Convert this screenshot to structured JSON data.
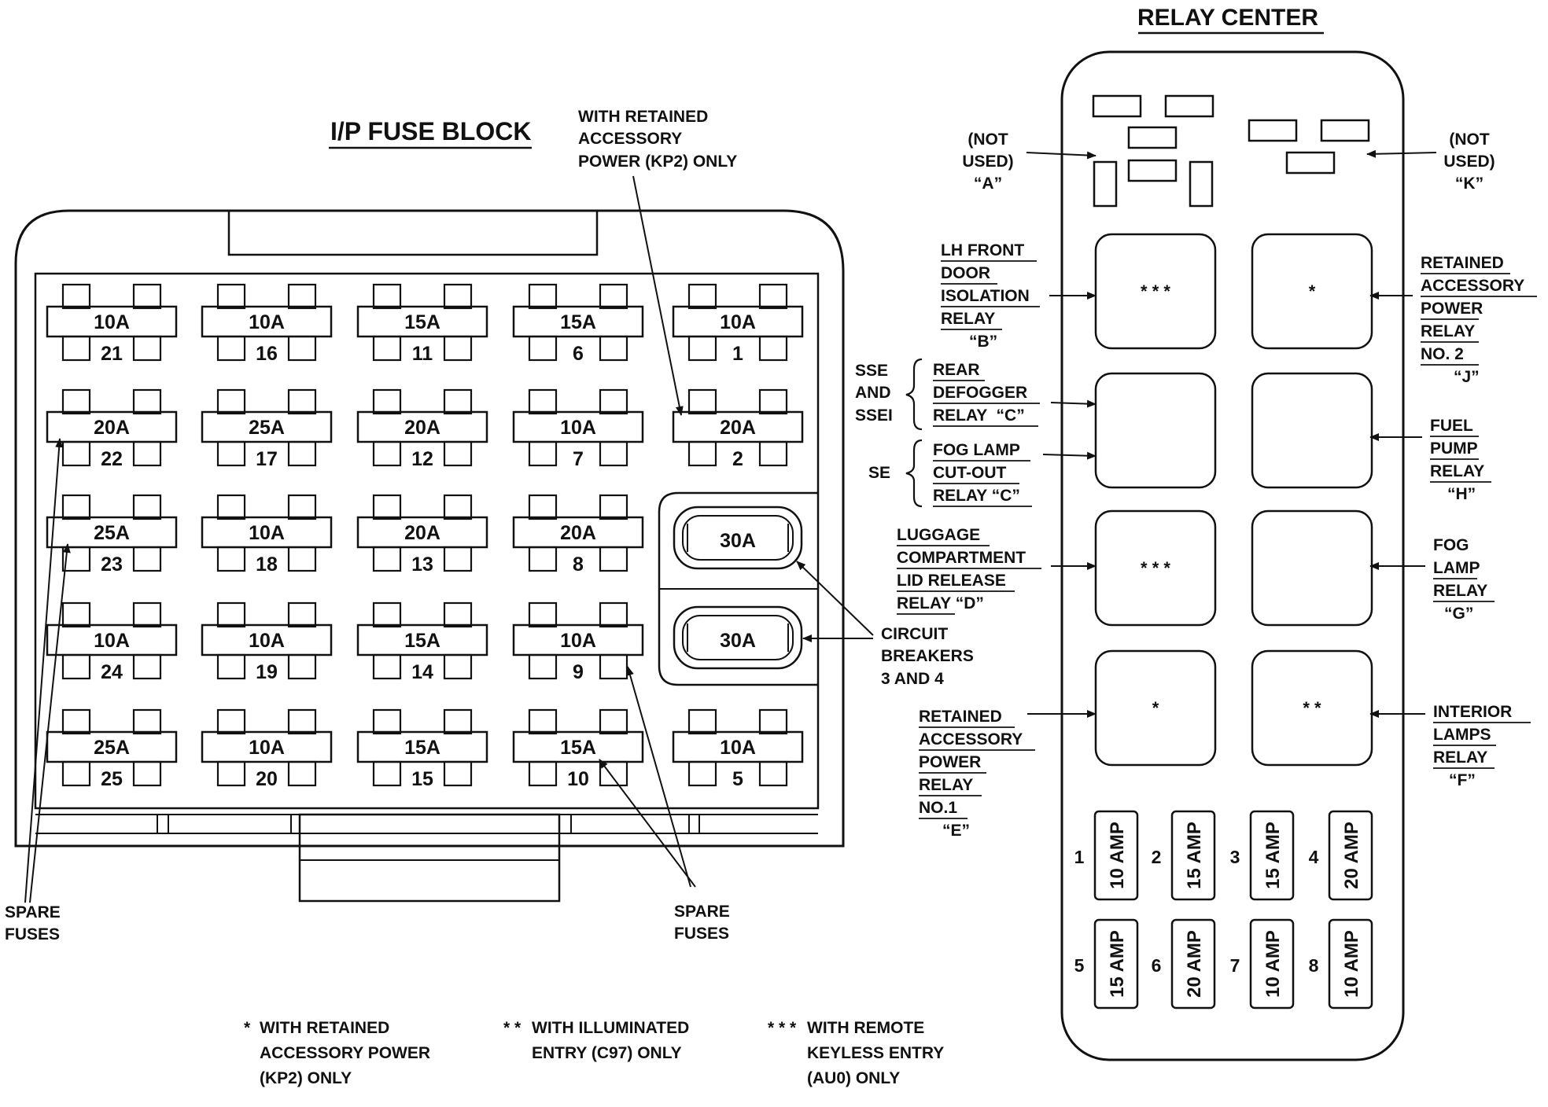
{
  "fuse_block": {
    "title": "I/P FUSE BLOCK",
    "fuses": [
      {
        "num": "21",
        "amp": "10A"
      },
      {
        "num": "16",
        "amp": "10A"
      },
      {
        "num": "11",
        "amp": "15A"
      },
      {
        "num": "6",
        "amp": "15A"
      },
      {
        "num": "1",
        "amp": "10A"
      },
      {
        "num": "22",
        "amp": "20A"
      },
      {
        "num": "17",
        "amp": "25A"
      },
      {
        "num": "12",
        "amp": "20A"
      },
      {
        "num": "7",
        "amp": "10A"
      },
      {
        "num": "2",
        "amp": "20A"
      },
      {
        "num": "23",
        "amp": "25A"
      },
      {
        "num": "18",
        "amp": "10A"
      },
      {
        "num": "13",
        "amp": "20A"
      },
      {
        "num": "8",
        "amp": "20A"
      },
      {
        "num": "24",
        "amp": "10A"
      },
      {
        "num": "19",
        "amp": "10A"
      },
      {
        "num": "14",
        "amp": "15A"
      },
      {
        "num": "9",
        "amp": "10A"
      },
      {
        "num": "25",
        "amp": "25A"
      },
      {
        "num": "20",
        "amp": "10A"
      },
      {
        "num": "15",
        "amp": "15A"
      },
      {
        "num": "10",
        "amp": "15A"
      },
      {
        "num": "5",
        "amp": "10A"
      }
    ],
    "breakers": [
      "30A",
      "30A"
    ],
    "kp2_note": [
      "WITH RETAINED",
      "ACCESSORY",
      "POWER (KP2) ONLY"
    ],
    "breaker_label": [
      "CIRCUIT",
      "BREAKERS",
      "3 AND 4"
    ],
    "spare_left": [
      "SPARE",
      "FUSES"
    ],
    "spare_right": [
      "SPARE",
      "FUSES"
    ]
  },
  "relay_center": {
    "title": "RELAY CENTER",
    "not_used_a": [
      "(NOT",
      "USED)",
      "“A”"
    ],
    "not_used_k": [
      "(NOT",
      "USED)",
      "“K”"
    ],
    "relays": [
      {
        "mark": "* * *"
      },
      {
        "mark": "*"
      },
      {
        "mark": ""
      },
      {
        "mark": ""
      },
      {
        "mark": "* * *"
      },
      {
        "mark": ""
      },
      {
        "mark": "*"
      },
      {
        "mark": "* *"
      }
    ],
    "labels": {
      "b": [
        "LH FRONT",
        "DOOR",
        "ISOLATION",
        "RELAY",
        "“B”"
      ],
      "j": [
        "RETAINED",
        "ACCESSORY",
        "POWER",
        "RELAY",
        "NO. 2",
        "“J”"
      ],
      "sse": [
        "SSE",
        "AND",
        "SSEI"
      ],
      "c1": [
        "REAR",
        "DEFOGGER",
        "RELAY  “C”"
      ],
      "se": "SE",
      "c2": [
        "FOG LAMP",
        "CUT-OUT",
        "RELAY “C”"
      ],
      "h": [
        "FUEL",
        "PUMP",
        "RELAY",
        "“H”"
      ],
      "d": [
        "LUGGAGE",
        "COMPARTMENT",
        "LID RELEASE",
        "RELAY “D”"
      ],
      "g": [
        "FOG",
        "LAMP",
        "RELAY",
        "“G”"
      ],
      "e": [
        "RETAINED",
        "ACCESSORY",
        "POWER",
        "RELAY",
        "NO.1",
        "“E”"
      ],
      "f": [
        "INTERIOR",
        "LAMPS",
        "RELAY",
        "“F”"
      ]
    },
    "small_fuses": [
      {
        "num": "1",
        "amp": "10 AMP"
      },
      {
        "num": "2",
        "amp": "15 AMP"
      },
      {
        "num": "3",
        "amp": "15 AMP"
      },
      {
        "num": "4",
        "amp": "20 AMP"
      },
      {
        "num": "5",
        "amp": "15 AMP"
      },
      {
        "num": "6",
        "amp": "20 AMP"
      },
      {
        "num": "7",
        "amp": "10 AMP"
      },
      {
        "num": "8",
        "amp": "10 AMP"
      }
    ]
  },
  "footnotes": {
    "n1_mark": "*",
    "n1": [
      "WITH RETAINED",
      "ACCESSORY POWER",
      "(KP2) ONLY"
    ],
    "n2_mark": "* *",
    "n2": [
      "WITH ILLUMINATED",
      "ENTRY (C97) ONLY"
    ],
    "n3_mark": "* * *",
    "n3": [
      "WITH REMOTE",
      "KEYLESS ENTRY",
      "(AU0) ONLY"
    ]
  }
}
